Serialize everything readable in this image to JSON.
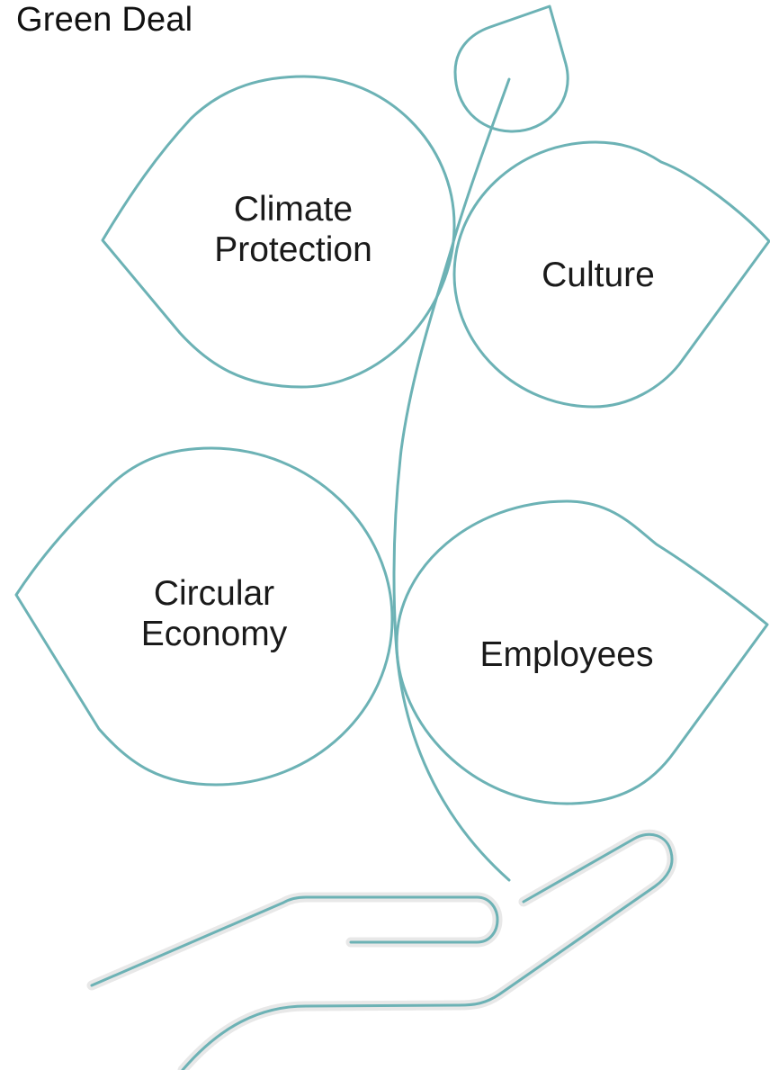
{
  "title": "Green Deal",
  "colors": {
    "stroke": "#6cb2b5",
    "halo": "#e8e8e8",
    "text": "#1a1a1a"
  },
  "leaves": [
    {
      "id": "climate-protection",
      "lines": [
        "Climate",
        "Protection"
      ]
    },
    {
      "id": "culture",
      "lines": [
        "Culture"
      ]
    },
    {
      "id": "circular-economy",
      "lines": [
        "Circular",
        "Economy"
      ]
    },
    {
      "id": "employees",
      "lines": [
        "Employees"
      ]
    }
  ],
  "icons": {
    "bud": "bud-leaf-icon",
    "stem": "plant-stem-icon",
    "hand": "open-hand-icon"
  }
}
